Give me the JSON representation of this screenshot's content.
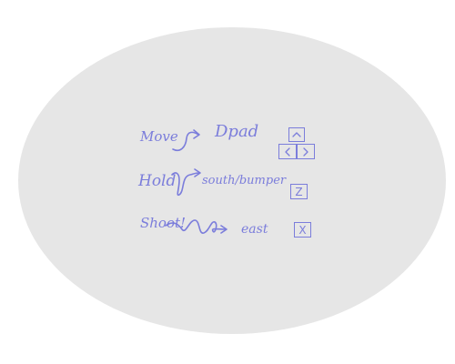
{
  "controls": [
    {
      "action": "Move",
      "binding": "Dpad",
      "keys": [
        "up-arrow-key",
        "left-arrow-key",
        "right-arrow-key"
      ]
    },
    {
      "action": "Hold",
      "binding": "south/bumper",
      "key_label": "Z"
    },
    {
      "action": "Shoot!",
      "binding": "east",
      "key_label": "X"
    }
  ],
  "colors": {
    "ink": "#7b7ddb",
    "oval": "#e6e6e6",
    "background": "#ffffff"
  }
}
